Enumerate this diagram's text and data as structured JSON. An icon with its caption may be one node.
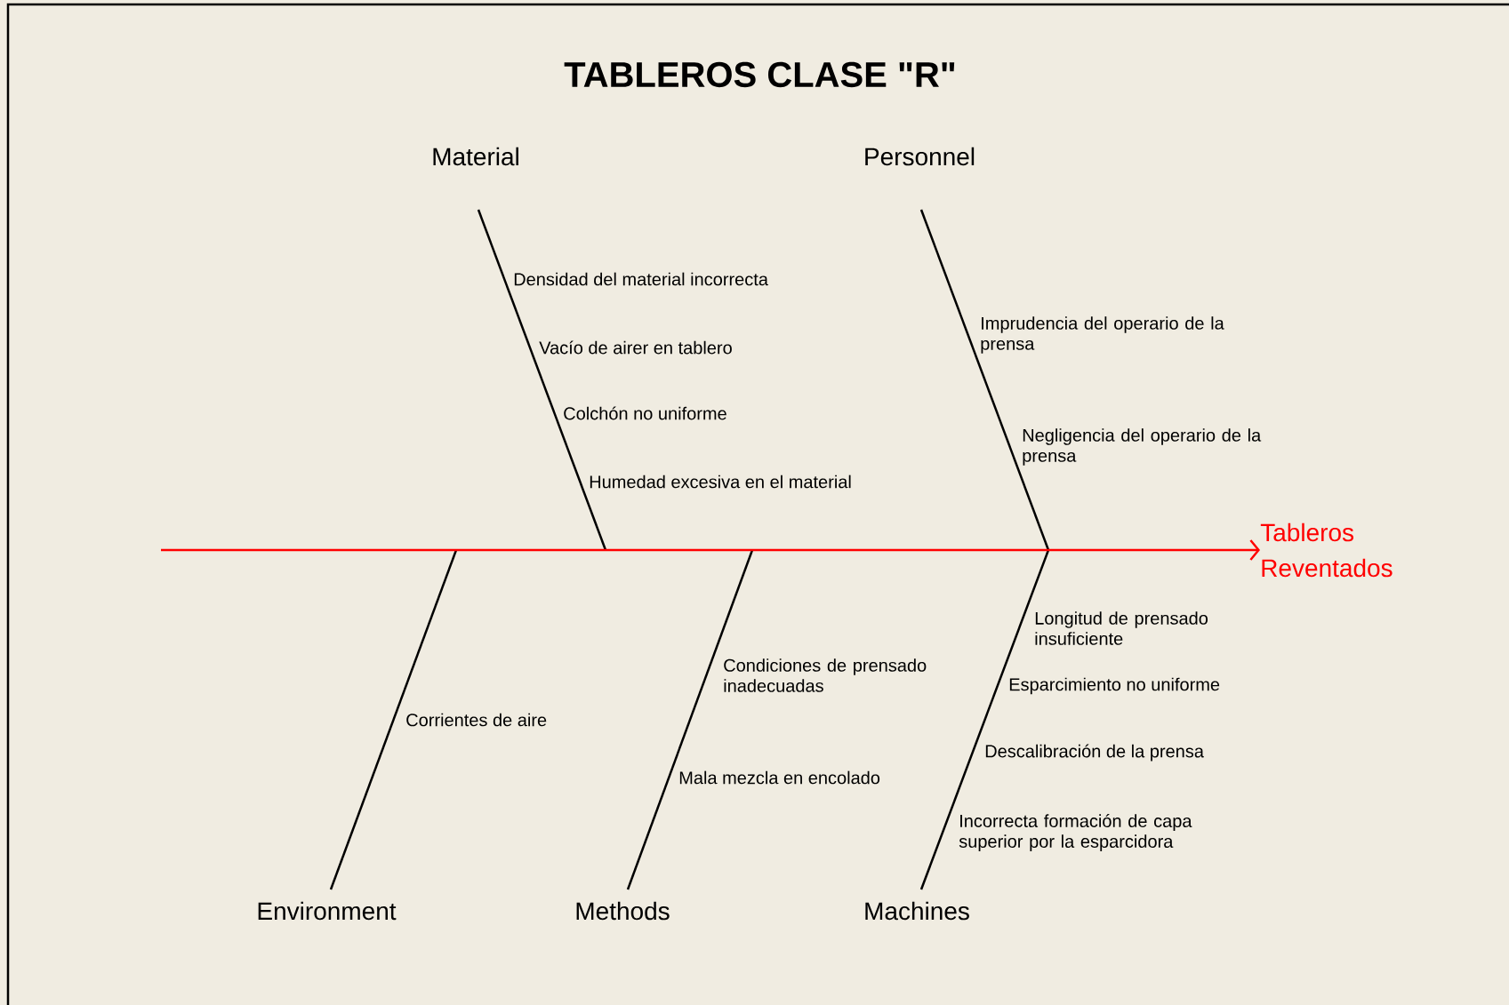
{
  "diagram": {
    "title": "TABLEROS CLASE \"R\"",
    "nodes": [
      {
        "text": [
          "Material"
        ]
      },
      {
        "text": [
          "Personnel"
        ]
      },
      {
        "text": [
          "Environment"
        ]
      },
      {
        "text": [
          "Methods"
        ]
      },
      {
        "text": [
          "Machines"
        ]
      },
      {
        "text": [
          "Tableros Reventados"
        ]
      }
    ],
    "edges": [
      {
        "from": 0,
        "to": null,
        "arrow": "none"
      },
      {
        "from": 1,
        "to": null,
        "arrow": "none"
      },
      {
        "from": 2,
        "to": null,
        "arrow": "none"
      },
      {
        "from": 3,
        "to": null,
        "arrow": "none"
      },
      {
        "from": 4,
        "to": null,
        "arrow": "none"
      },
      {
        "from": null,
        "to": 5,
        "arrow": "to",
        "color": "#ff0000"
      }
    ],
    "labels": [
      "Densidad del material incorrecta",
      "Imprudencia del operario de la prensa",
      "Vacío de airer en tablero",
      "Colchón no uniforme",
      "Negligencia del operario de la prensa",
      "Humedad excesiva en el material",
      "Longitud de prensado insuficiente",
      "Condiciones de prensado inadecuadas",
      "Esparcimiento no uniforme",
      "Corrientes de aire",
      "Descalibración de la prensa",
      "Mala mezcla en encolado",
      "Incorrecta formación de capa superior por la esparcidora"
    ]
  }
}
